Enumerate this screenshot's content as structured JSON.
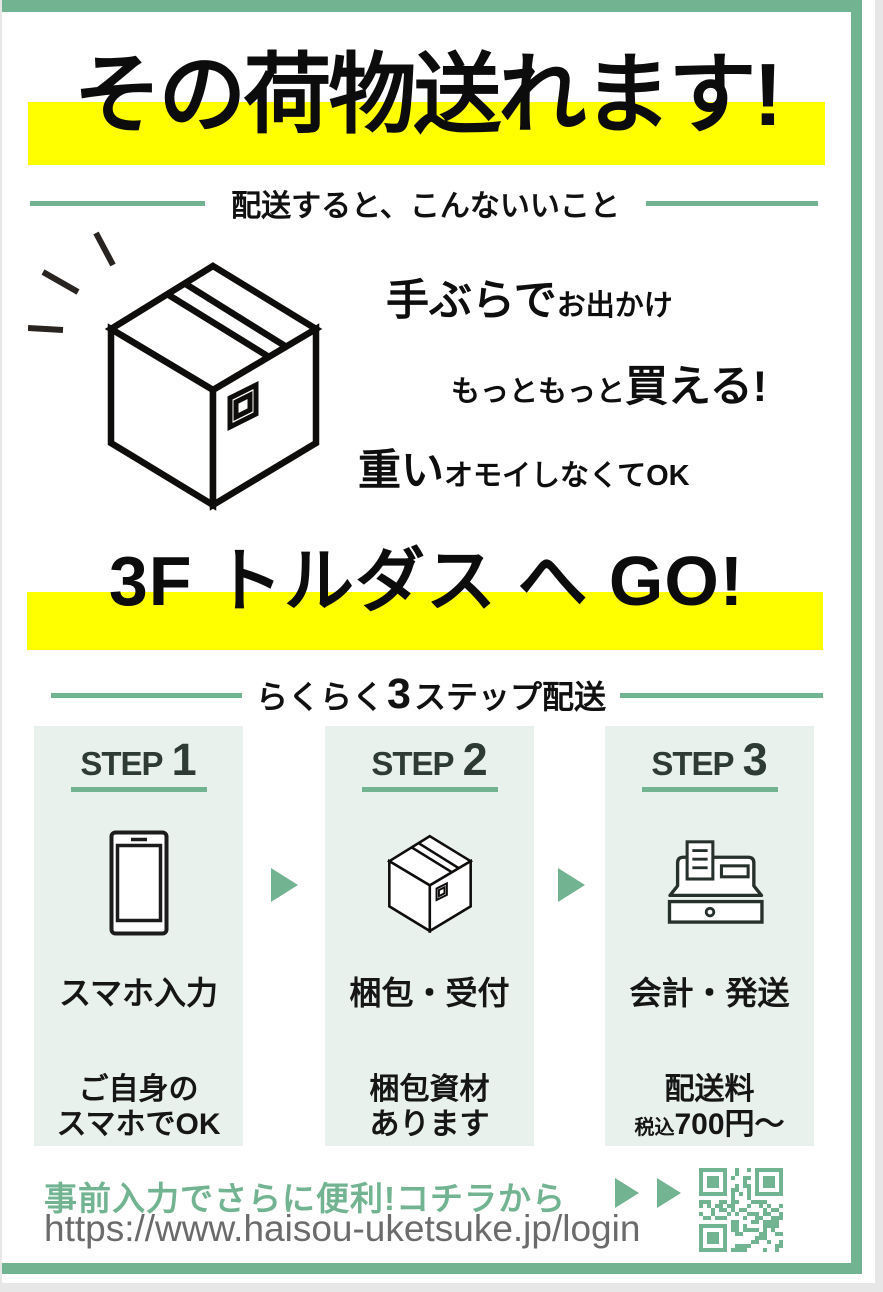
{
  "poster": {
    "title": "その荷物送れます!",
    "benefits_section": {
      "heading": "配送すると、こんないいこと",
      "benefits": [
        {
          "segments": [
            {
              "text": "手ぶらで",
              "size": "big"
            },
            {
              "text": "お出かけ",
              "size": "small"
            }
          ]
        },
        {
          "segments": [
            {
              "text": "もっともっと",
              "size": "small"
            },
            {
              "text": "買える!",
              "size": "big"
            }
          ]
        },
        {
          "segments": [
            {
              "text": "重い",
              "size": "big"
            },
            {
              "text": "オモイしなくてOK",
              "size": "small"
            }
          ]
        }
      ]
    },
    "cta_banner": "3F トルダス へ GO!",
    "steps_section": {
      "heading": {
        "pre": "らくらく",
        "number": "3",
        "post": "ステップ配送"
      },
      "steps": [
        {
          "label": "STEP",
          "number": "1",
          "icon": "smartphone-icon",
          "title": "スマホ入力",
          "note_line1": "ご自身の",
          "note_line2_prefix": "",
          "note_line2": "スマホでOK"
        },
        {
          "label": "STEP",
          "number": "2",
          "icon": "shipping-box-icon",
          "title": "梱包・受付",
          "note_line1": "梱包資材",
          "note_line2_prefix": "",
          "note_line2": "あります"
        },
        {
          "label": "STEP",
          "number": "3",
          "icon": "cash-register-icon",
          "title": "会計・発送",
          "note_line1": "配送料",
          "note_line2_prefix": "税込",
          "note_line2": "700円〜"
        }
      ]
    },
    "footer": {
      "lead": "事前入力でさらに便利!コチラから",
      "url": "https://www.haisou-uketsuke.jp/login",
      "qr": "qr-code"
    },
    "hero_icon": "shipping-box-icon",
    "colors": {
      "green": "#72b491",
      "yellow": "#ffff00",
      "step_box_bg": "#e9f1ec",
      "heading_text": "#111111",
      "icon_stroke": "#25312a",
      "url_gray": "#6b6b6b",
      "outer_bg": "#e7e7e7"
    }
  }
}
